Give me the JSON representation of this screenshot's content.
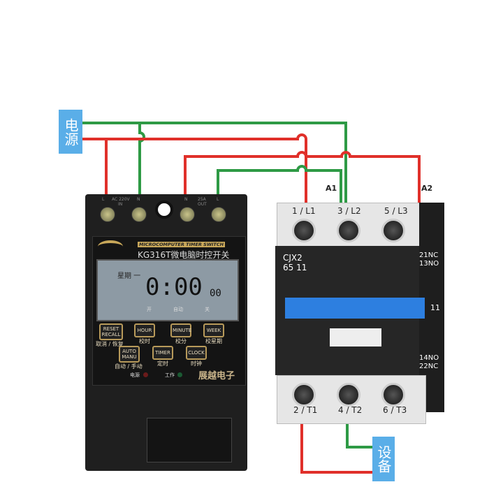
{
  "labels": {
    "power": "电源",
    "device": "设备",
    "a1": "A1",
    "a2": "A2"
  },
  "timer": {
    "terminals": [
      "L",
      "AC 220V",
      "N",
      "IN",
      "N",
      "25A",
      "L",
      "OUT"
    ],
    "brand_banner": "MICROCOMPUTER TIMER SWITCH",
    "model": "KG316T微电脑时控开关",
    "lcd": {
      "day": "星期 一",
      "time": "0:00",
      "seconds": "00",
      "modes": [
        "开",
        "自动",
        "关"
      ]
    },
    "buttons": [
      {
        "label": "RESET RECALL",
        "caption": "取消 / 恢复"
      },
      {
        "label": "HOUR",
        "caption": "校时"
      },
      {
        "label": "MINUTE",
        "caption": "校分"
      },
      {
        "label": "WEEK",
        "caption": "校星期"
      },
      {
        "label": "AUTO MANU",
        "caption": "自动 / 手动"
      },
      {
        "label": "TIMER",
        "caption": "定时"
      },
      {
        "label": "CLOCK",
        "caption": "时钟"
      }
    ],
    "indicators": {
      "power": "电源",
      "work": "工作"
    },
    "maker": "展越电子"
  },
  "contactor": {
    "model": "CJX2",
    "rating": "65 11",
    "top_terminals": [
      "1 / L1",
      "3 / L2",
      "5 / L3"
    ],
    "bottom_terminals": [
      "2 / T1",
      "4 / T2",
      "6 / T3"
    ],
    "aux_top": [
      "21NC",
      "13NO"
    ],
    "aux_bottom": [
      "14NO",
      "22NC"
    ],
    "aux_side": "11"
  },
  "colors": {
    "live": "#e0302a",
    "neutral": "#2e9a45",
    "label_bg": "#5aaee8",
    "contactor_accent": "#2d7fe0"
  }
}
